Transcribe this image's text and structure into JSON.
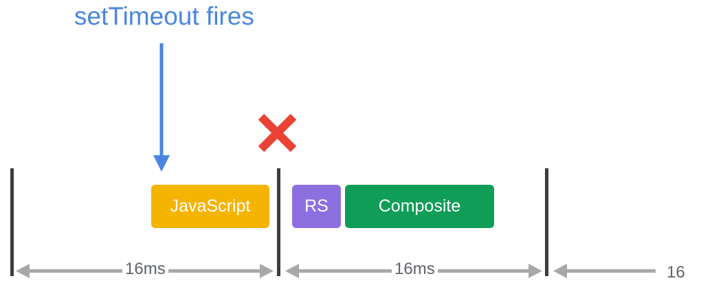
{
  "title": "setTimeout fires",
  "tasks": [
    {
      "label": "JavaScript",
      "color": "#f4b400"
    },
    {
      "label": "RS",
      "color": "#8e6fe0"
    },
    {
      "label": "Composite",
      "color": "#0f9d58"
    }
  ],
  "intervals": [
    "16ms",
    "16ms",
    "16"
  ],
  "colors": {
    "title": "#4a86e0",
    "arrow_down": "#4a86e0",
    "cross": "#ea4335",
    "frame_line": "#3c3c3c",
    "interval_arrow": "#a8a8a8"
  },
  "icons": {
    "missed_frame": "cross-icon",
    "timer_marker": "arrow-down-icon"
  }
}
